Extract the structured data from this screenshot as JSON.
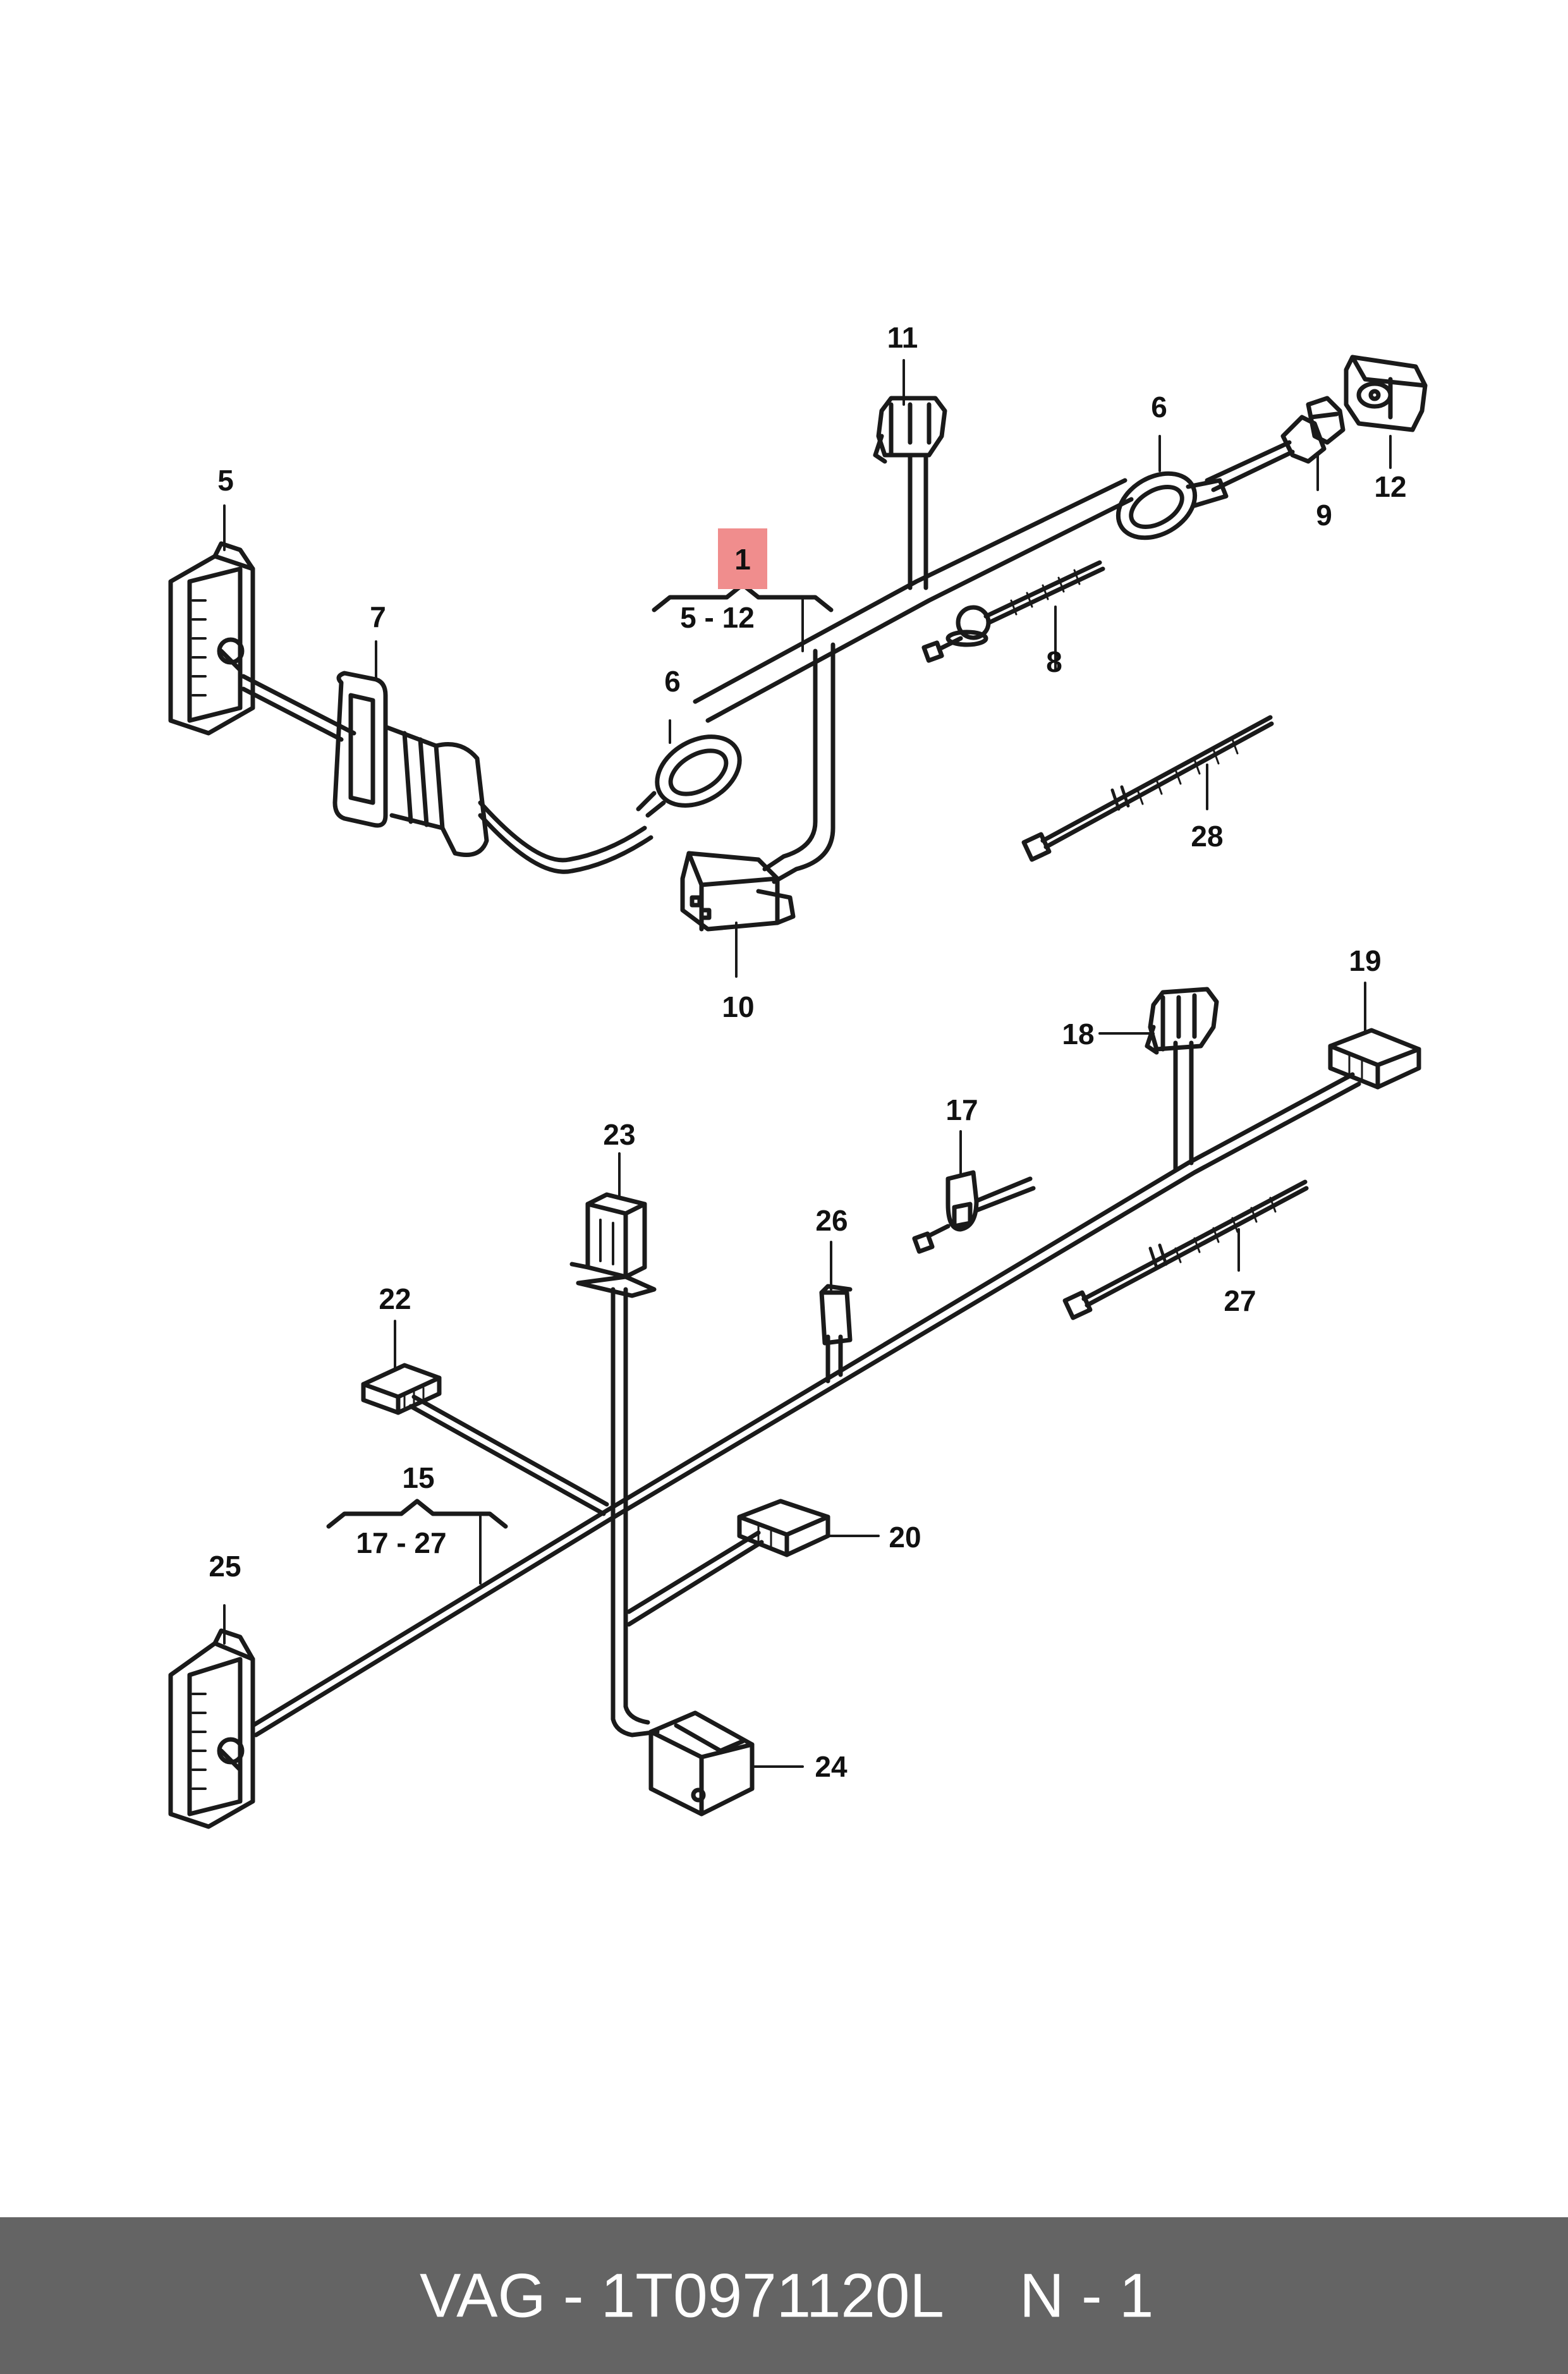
{
  "diagram": {
    "callouts": {
      "p1": "1",
      "p1_range": "5 - 12",
      "p5": "5",
      "p6a": "6",
      "p6b": "6",
      "p7": "7",
      "p8": "8",
      "p9": "9",
      "p10": "10",
      "p11": "11",
      "p12": "12",
      "p28": "28",
      "p15": "15",
      "p15_range": "17 - 27",
      "p17": "17",
      "p18": "18",
      "p19": "19",
      "p20": "20",
      "p22": "22",
      "p23": "23",
      "p24": "24",
      "p25": "25",
      "p26": "26",
      "p27": "27"
    },
    "highlight_color": "#f08d8d"
  },
  "footer": {
    "part_number": "VAG - 1T0971120L",
    "quantity": "N - 1",
    "background": "#646464"
  }
}
